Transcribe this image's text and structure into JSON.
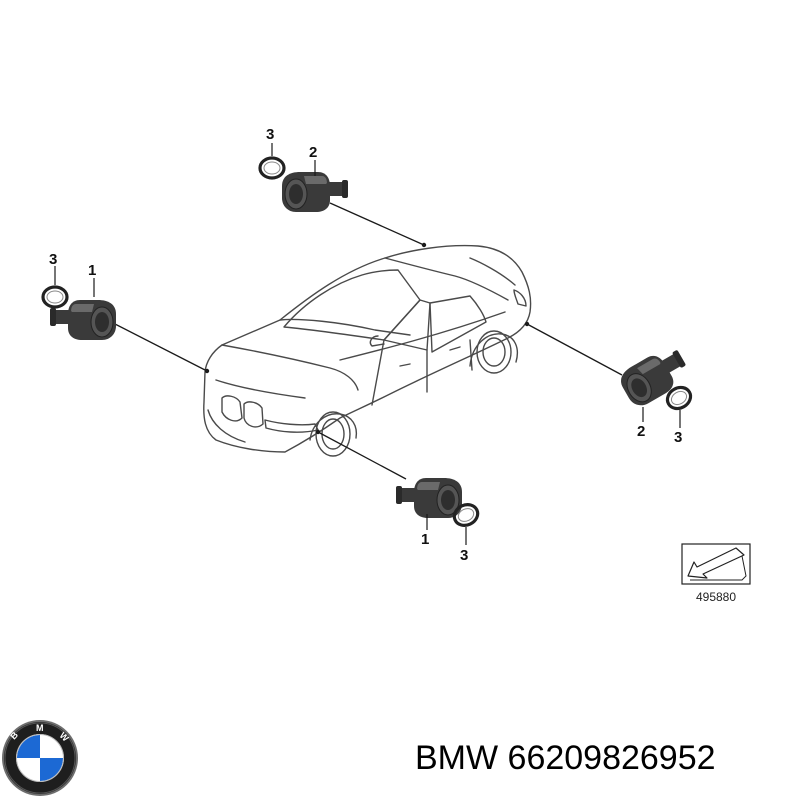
{
  "diagram": {
    "callouts": {
      "top": {
        "part": "2",
        "ring": "3"
      },
      "left": {
        "part": "1",
        "ring": "3"
      },
      "right": {
        "part": "2",
        "ring": "3"
      },
      "bottom": {
        "part": "1",
        "ring": "3"
      }
    },
    "reference_number": "495880"
  },
  "brand": {
    "logo_letters": [
      "B",
      "M",
      "W"
    ],
    "colors": {
      "blue": "#1c69d4",
      "black": "#111111",
      "white": "#ffffff"
    }
  },
  "caption": {
    "part_number": "BMW 66209826952"
  },
  "colors": {
    "sensor_body": "#3a3a3a",
    "sensor_highlight": "#6a6a6a",
    "line_art": "#1a1a1a",
    "car_outline": "#4a4a4a"
  }
}
